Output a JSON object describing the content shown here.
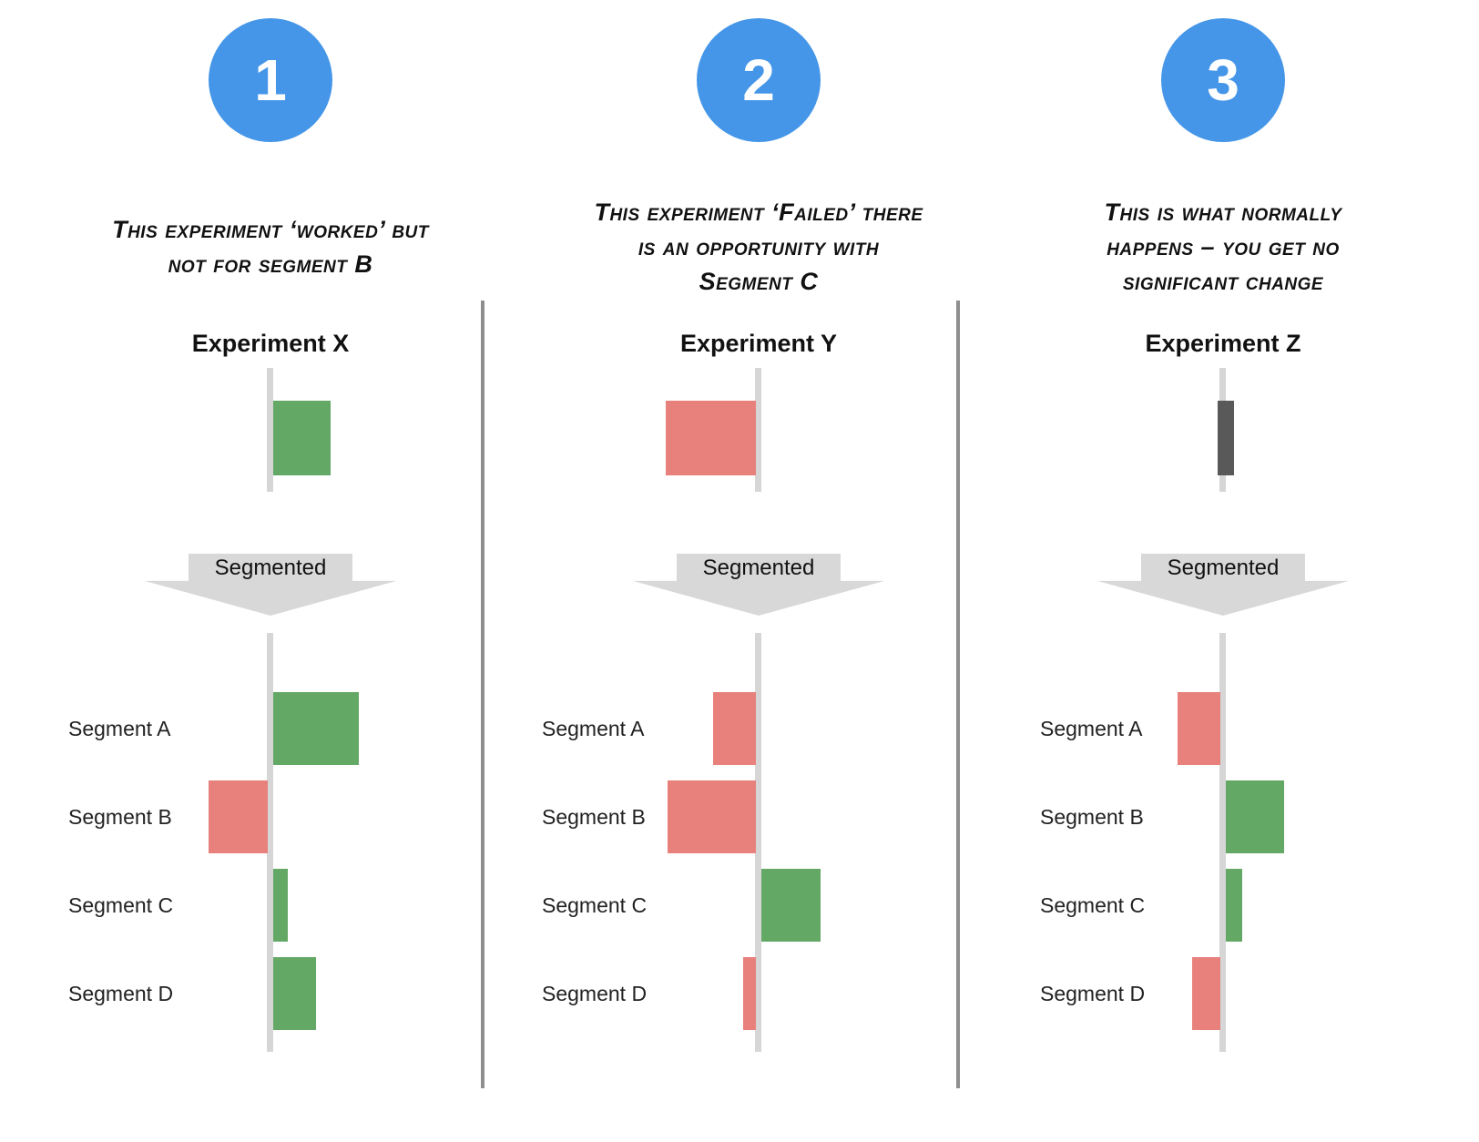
{
  "colors": {
    "background": "#ffffff",
    "positive": "#64a865",
    "negative": "#e8817b",
    "neutral_bar": "#595959",
    "axis": "#d6d6d6",
    "divider": "#8e8e8e",
    "arrow_fill": "#d8d8d8",
    "badge_fill": "#4596e8",
    "badge_text": "#ffffff",
    "text": "#111111",
    "label_text": "#222222"
  },
  "arrow_label": "Segmented",
  "panels": [
    {
      "number": "1",
      "caption_lines": [
        "This experiment ‘worked’ but",
        "not for segment B"
      ],
      "experiment_title": "Experiment X",
      "overall": {
        "value": 63,
        "sentiment": "positive"
      },
      "segments": [
        {
          "label": "Segment A",
          "value": 94,
          "sentiment": "positive"
        },
        {
          "label": "Segment B",
          "value": -65,
          "sentiment": "negative"
        },
        {
          "label": "Segment C",
          "value": 16,
          "sentiment": "positive"
        },
        {
          "label": "Segment D",
          "value": 47,
          "sentiment": "positive"
        }
      ]
    },
    {
      "number": "2",
      "caption_lines": [
        "This experiment ‘Failed’ there",
        "is an opportunity with",
        "Segment C"
      ],
      "experiment_title": "Experiment Y",
      "overall": {
        "value": -99,
        "sentiment": "negative"
      },
      "segments": [
        {
          "label": "Segment A",
          "value": -47,
          "sentiment": "negative"
        },
        {
          "label": "Segment B",
          "value": -97,
          "sentiment": "negative"
        },
        {
          "label": "Segment C",
          "value": 65,
          "sentiment": "positive"
        },
        {
          "label": "Segment D",
          "value": -14,
          "sentiment": "negative"
        }
      ]
    },
    {
      "number": "3",
      "caption_lines": [
        "This is what normally",
        "happens – you get no",
        "significant change"
      ],
      "experiment_title": "Experiment Z",
      "overall": {
        "value": 0,
        "sentiment": "neutral"
      },
      "segments": [
        {
          "label": "Segment A",
          "value": -47,
          "sentiment": "negative"
        },
        {
          "label": "Segment B",
          "value": 64,
          "sentiment": "positive"
        },
        {
          "label": "Segment C",
          "value": 18,
          "sentiment": "positive"
        },
        {
          "label": "Segment D",
          "value": -31,
          "sentiment": "negative"
        }
      ]
    }
  ],
  "chart_data": [
    {
      "type": "bar",
      "orientation": "horizontal",
      "title": "Experiment X",
      "annotation": "This experiment ‘worked’ but not for segment B",
      "overall_effect": 63,
      "categories": [
        "Segment A",
        "Segment B",
        "Segment C",
        "Segment D"
      ],
      "values": [
        94,
        -65,
        16,
        47
      ],
      "units": "relative effect size (no numeric axis shown)",
      "axis": "vertical zero line, positive to the right (green), negative to the left (red)"
    },
    {
      "type": "bar",
      "orientation": "horizontal",
      "title": "Experiment Y",
      "annotation": "This experiment ‘Failed’ there is an opportunity with Segment C",
      "overall_effect": -99,
      "categories": [
        "Segment A",
        "Segment B",
        "Segment C",
        "Segment D"
      ],
      "values": [
        -47,
        -97,
        65,
        -14
      ],
      "units": "relative effect size (no numeric axis shown)",
      "axis": "vertical zero line, positive to the right (green), negative to the left (red)"
    },
    {
      "type": "bar",
      "orientation": "horizontal",
      "title": "Experiment Z",
      "annotation": "This is what normally happens – you get no significant change",
      "overall_effect": 0,
      "categories": [
        "Segment A",
        "Segment B",
        "Segment C",
        "Segment D"
      ],
      "values": [
        -47,
        64,
        18,
        -31
      ],
      "units": "relative effect size (no numeric axis shown)",
      "axis": "vertical zero line, positive to the right (green), negative to the left (red)"
    }
  ]
}
